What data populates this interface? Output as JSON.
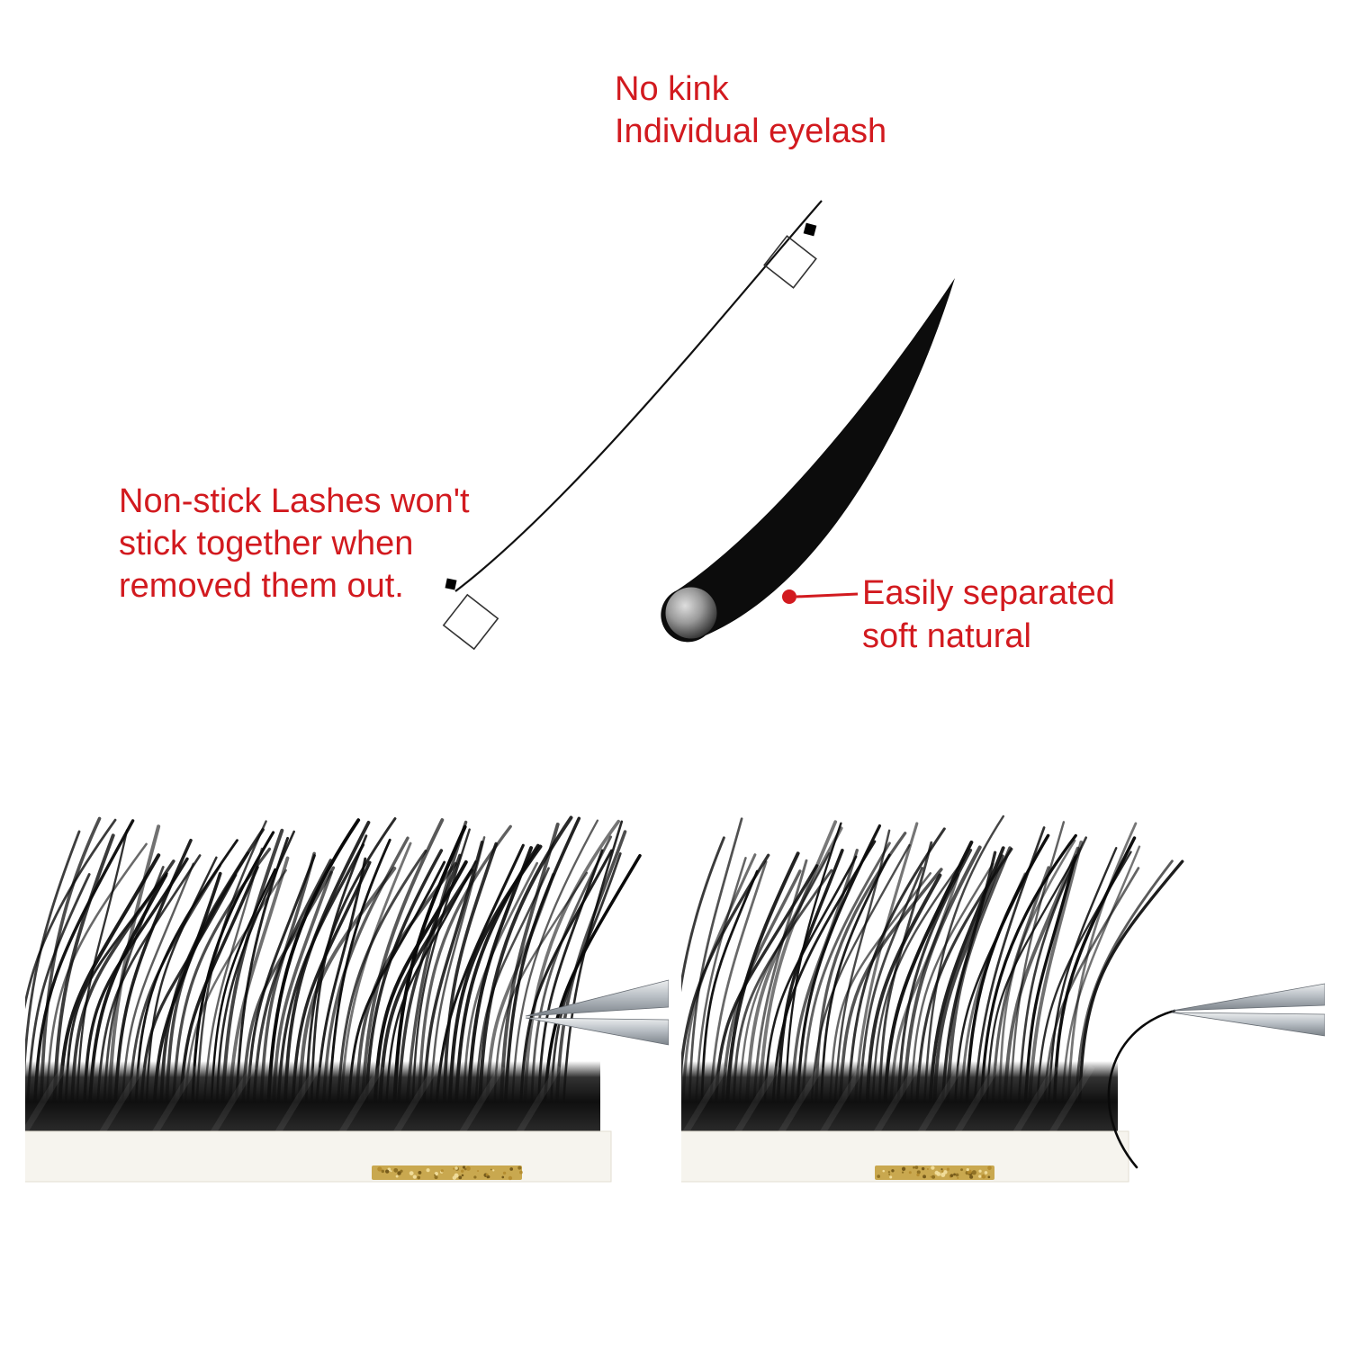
{
  "callouts": {
    "no_kink": {
      "lines": [
        "No kink",
        "Individual eyelash"
      ]
    },
    "non_stick": {
      "lines": [
        "Non-stick Lashes won't",
        "stick together when",
        "removed them out."
      ]
    },
    "easily_separated": {
      "lines": [
        "Easily separated",
        "soft natural"
      ]
    }
  },
  "colors": {
    "accent_red": "#d21a1f",
    "lash_black": "#0a0a0a",
    "tape_white": "#f6f4ee",
    "glitter_gold": "#c9a84f",
    "tweezer_light": "#eceeef",
    "tweezer_dark": "#7c838a"
  },
  "figures": {
    "thin_lash": "single-eyelash-curve",
    "thick_lash": "thick-eyelash-profile",
    "left_photo": "lash-tray-with-tweezers",
    "right_photo": "lash-tray-single-lash-pickup"
  }
}
